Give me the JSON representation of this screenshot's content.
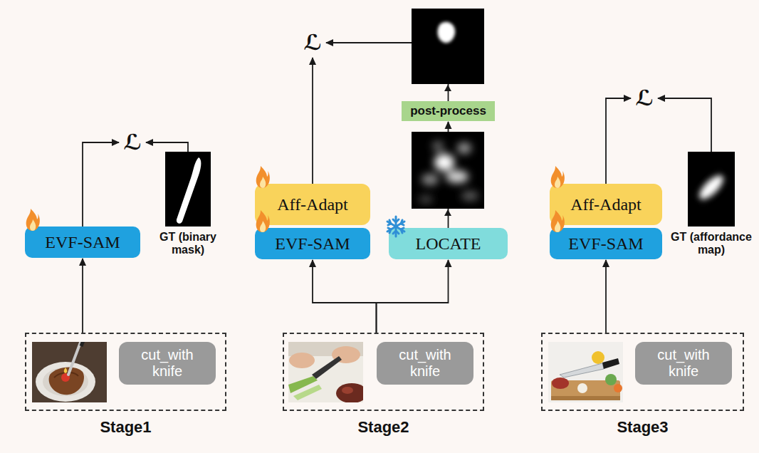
{
  "diagram": {
    "nodes": [
      {
        "text": [
          "ℒ"
        ]
      },
      {
        "text": [
          "EVF-SAM"
        ]
      },
      {
        "text": [
          "GT (binary mask)"
        ]
      },
      {
        "text": [
          "Stage1"
        ]
      },
      {
        "text": [
          "cut_with knife"
        ],
        "in": 3
      },
      {
        "text": [
          "ℒ"
        ]
      },
      {
        "text": [
          "post-process"
        ]
      },
      {
        "text": [
          "Aff-Adapt"
        ]
      },
      {
        "text": [
          "EVF-SAM"
        ]
      },
      {
        "text": [
          "LOCATE"
        ]
      },
      {
        "text": [
          "Stage2"
        ]
      },
      {
        "text": [
          "cut_with knife"
        ],
        "in": 10
      },
      {
        "text": [
          "ℒ"
        ]
      },
      {
        "text": [
          "Aff-Adapt"
        ]
      },
      {
        "text": [
          "EVF-SAM"
        ]
      },
      {
        "text": [
          "GT (affordance map)"
        ]
      },
      {
        "text": [
          "Stage3"
        ]
      },
      {
        "text": [
          "cut_with knife"
        ],
        "in": 16
      }
    ],
    "edges": [
      {
        "from": 1,
        "to": 0,
        "arrow": "to"
      },
      {
        "from": 2,
        "to": 0,
        "arrow": "to"
      },
      {
        "from": 3,
        "to": 1,
        "arrow": "to"
      },
      {
        "from": 7,
        "to": 5,
        "arrow": "to"
      },
      {
        "from": 6,
        "to": 5,
        "arrow": "to"
      },
      {
        "from": 9,
        "to": 6,
        "arrow": "to"
      },
      {
        "from": 10,
        "to": 8,
        "arrow": "to"
      },
      {
        "from": 10,
        "to": 9,
        "arrow": "to"
      },
      {
        "from": 13,
        "to": 12,
        "arrow": "to"
      },
      {
        "from": 15,
        "to": 12,
        "arrow": "to"
      },
      {
        "from": 16,
        "to": 14,
        "arrow": "to"
      }
    ]
  }
}
